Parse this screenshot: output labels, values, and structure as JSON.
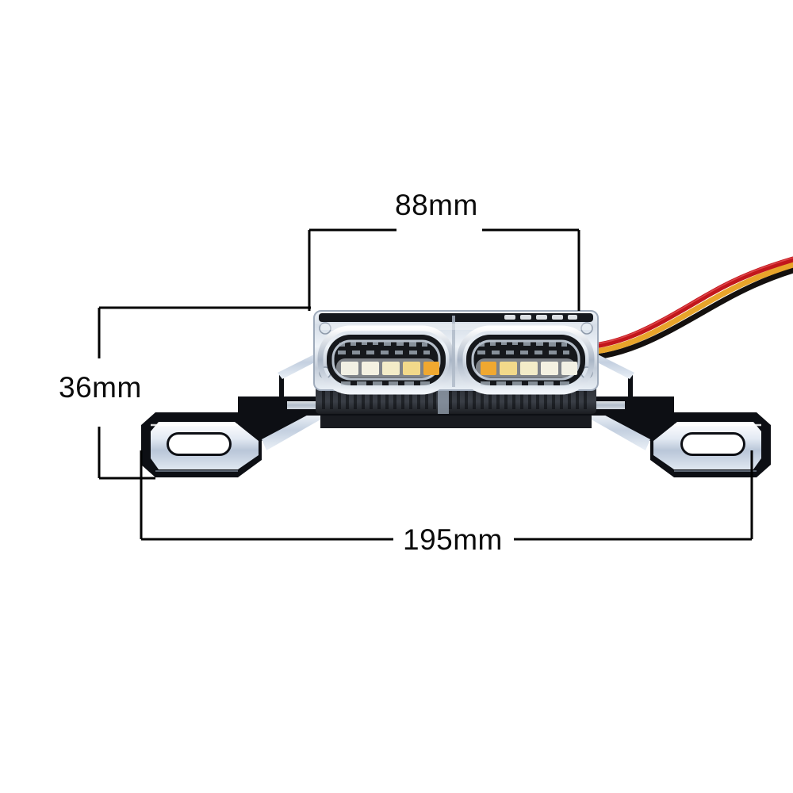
{
  "image": {
    "subject": "motorcycle led light module with mounting bracket",
    "background_color": "#ffffff"
  },
  "dimensions": {
    "width_overall": {
      "label": "195mm",
      "orientation": "horizontal",
      "describes": "overall bracket width"
    },
    "width_module": {
      "label": "88mm",
      "orientation": "horizontal",
      "describes": "led light module width"
    },
    "height_overall": {
      "label": "36mm",
      "orientation": "vertical",
      "describes": "overall height"
    }
  },
  "annotation_style": {
    "line_color": "#000000",
    "text_color": "#0b0b0b",
    "line_width": 3
  },
  "product": {
    "housing_color": "#cfd6de",
    "bracket_chrome_color": "#c9d4e2",
    "bracket_dark_color": "#0d0f14",
    "lens_clear_color": "#e7ecf2",
    "led_white_color": "#f6f4ea",
    "led_amber_color": "#f0a830",
    "lens_count": 2,
    "leds_per_lens": 5,
    "left_lens": {
      "name": "left-led-lens",
      "led_colors": [
        "#f2f0e4",
        "#f4f1e2",
        "#f3ecc8",
        "#f2d98a",
        "#f0a830"
      ]
    },
    "right_lens": {
      "name": "right-led-lens",
      "led_colors": [
        "#f0a830",
        "#f2d98a",
        "#f3ecc8",
        "#f4f1e2",
        "#f2f0e4"
      ]
    },
    "wires": {
      "name": "wire-harness",
      "count": 3,
      "colors": [
        "#c2161b",
        "#e8a42a",
        "#14100e"
      ]
    }
  }
}
